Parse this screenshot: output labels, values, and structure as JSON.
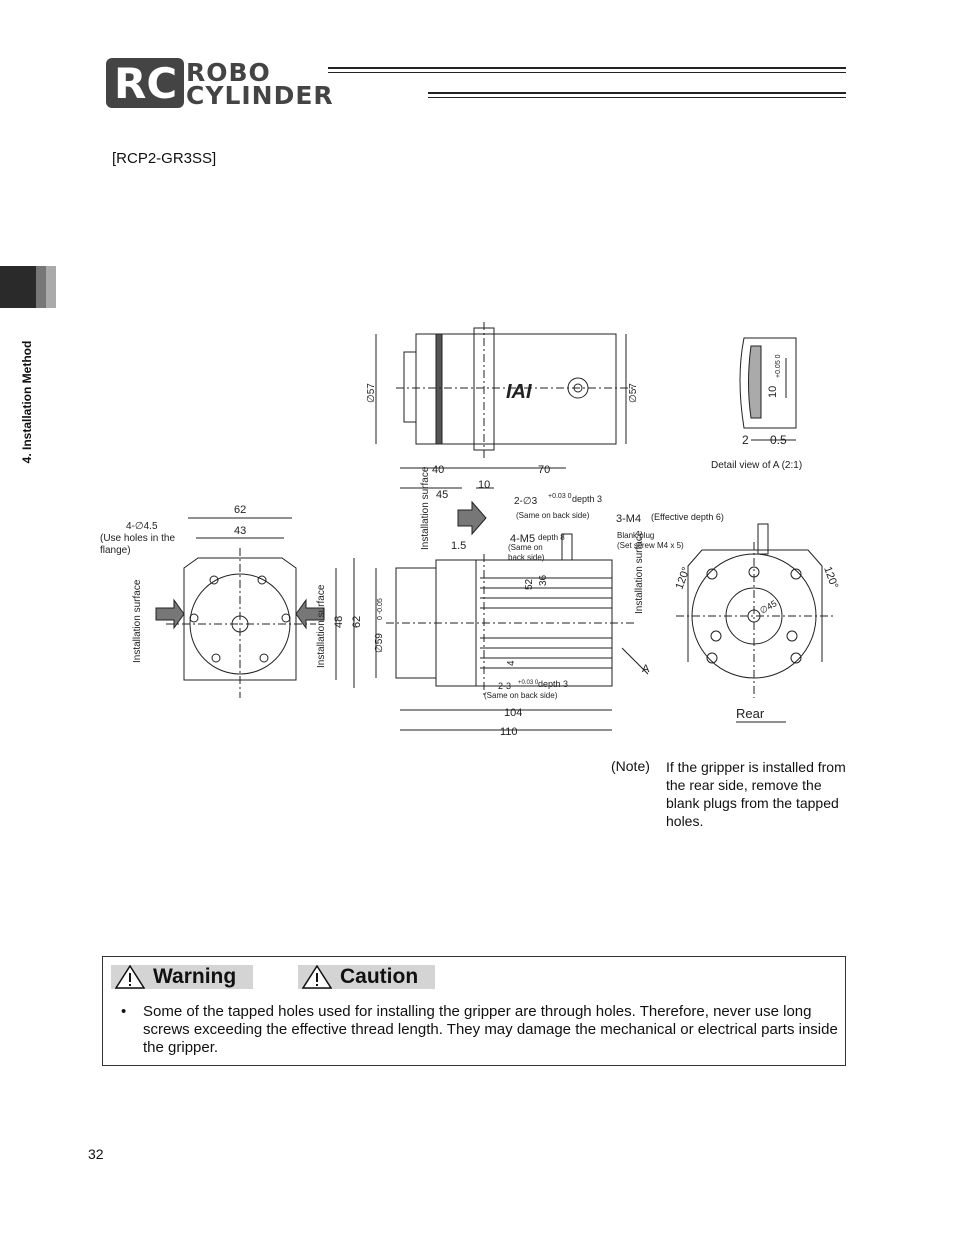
{
  "header": {
    "logo_mark": "RC",
    "logo_line1": "ROBO",
    "logo_line2": "CYLINDER"
  },
  "model_heading": "[RCP2-GR3SS]",
  "side_tab_label": "4. Installation Method",
  "drawing": {
    "d57_left": "∅57",
    "d57_right": "∅57",
    "brand": "IAI",
    "detail_caption": "Detail view of A (2:1)",
    "detail_dim_10": "10",
    "detail_tol": "+0.05 0",
    "detail_dim_2": "2",
    "detail_dim_05": "0.5",
    "dim_40": "40",
    "dim_70": "70",
    "dim_45": "45",
    "dim_10": "10",
    "dim_15": "1.5",
    "hole_2d3": "2-∅3",
    "hole_2d3_tol": "+0.03 0",
    "depth3_a": "depth 3",
    "same_back_a": "(Same on back side)",
    "m5": "4-M5",
    "m5_depth": "depth 8",
    "m5_same": "(Same on back side)",
    "m4": "3-M4",
    "m4_depth": "(Effective depth 6)",
    "blank_plug": "Blank plug",
    "set_screw": "(Set screw M4 x 5)",
    "holes_45": "4-∅4.5",
    "use_holes": "(Use holes in the flange)",
    "dim_62_top": "62",
    "dim_43": "43",
    "inst_surface_front_left": "Installation surface",
    "inst_surface_front_right": "Installation surface",
    "inst_surface_side": "Installation surface",
    "inst_surface_rear": "Installation surface",
    "dim_48": "48",
    "dim_62_side": "62",
    "d59": "∅59",
    "d59_tol": "0 -0.05",
    "dim_52": "52",
    "dim_36": "36",
    "dim_4": "4",
    "hole_23": "2-3",
    "hole_23_tol": "+0.03 0",
    "depth3_b": "depth 3",
    "same_back_b": "(Same on back side)",
    "dim_104": "104",
    "dim_110": "110",
    "label_a": "A",
    "angle_1": "120°",
    "angle_2": "120°",
    "d45": "∅45",
    "rear_label": "Rear"
  },
  "note": {
    "label": "(Note)",
    "text": "If the gripper is installed from the rear side, remove the blank plugs from the tapped holes."
  },
  "notice": {
    "warning_label": "Warning",
    "caution_label": "Caution",
    "bullet": "•",
    "text": "Some of the tapped holes used for installing the gripper are through holes. Therefore, never use long screws exceeding the effective thread length. They may damage the mechanical or electrical parts inside the gripper."
  },
  "page_number": "32"
}
